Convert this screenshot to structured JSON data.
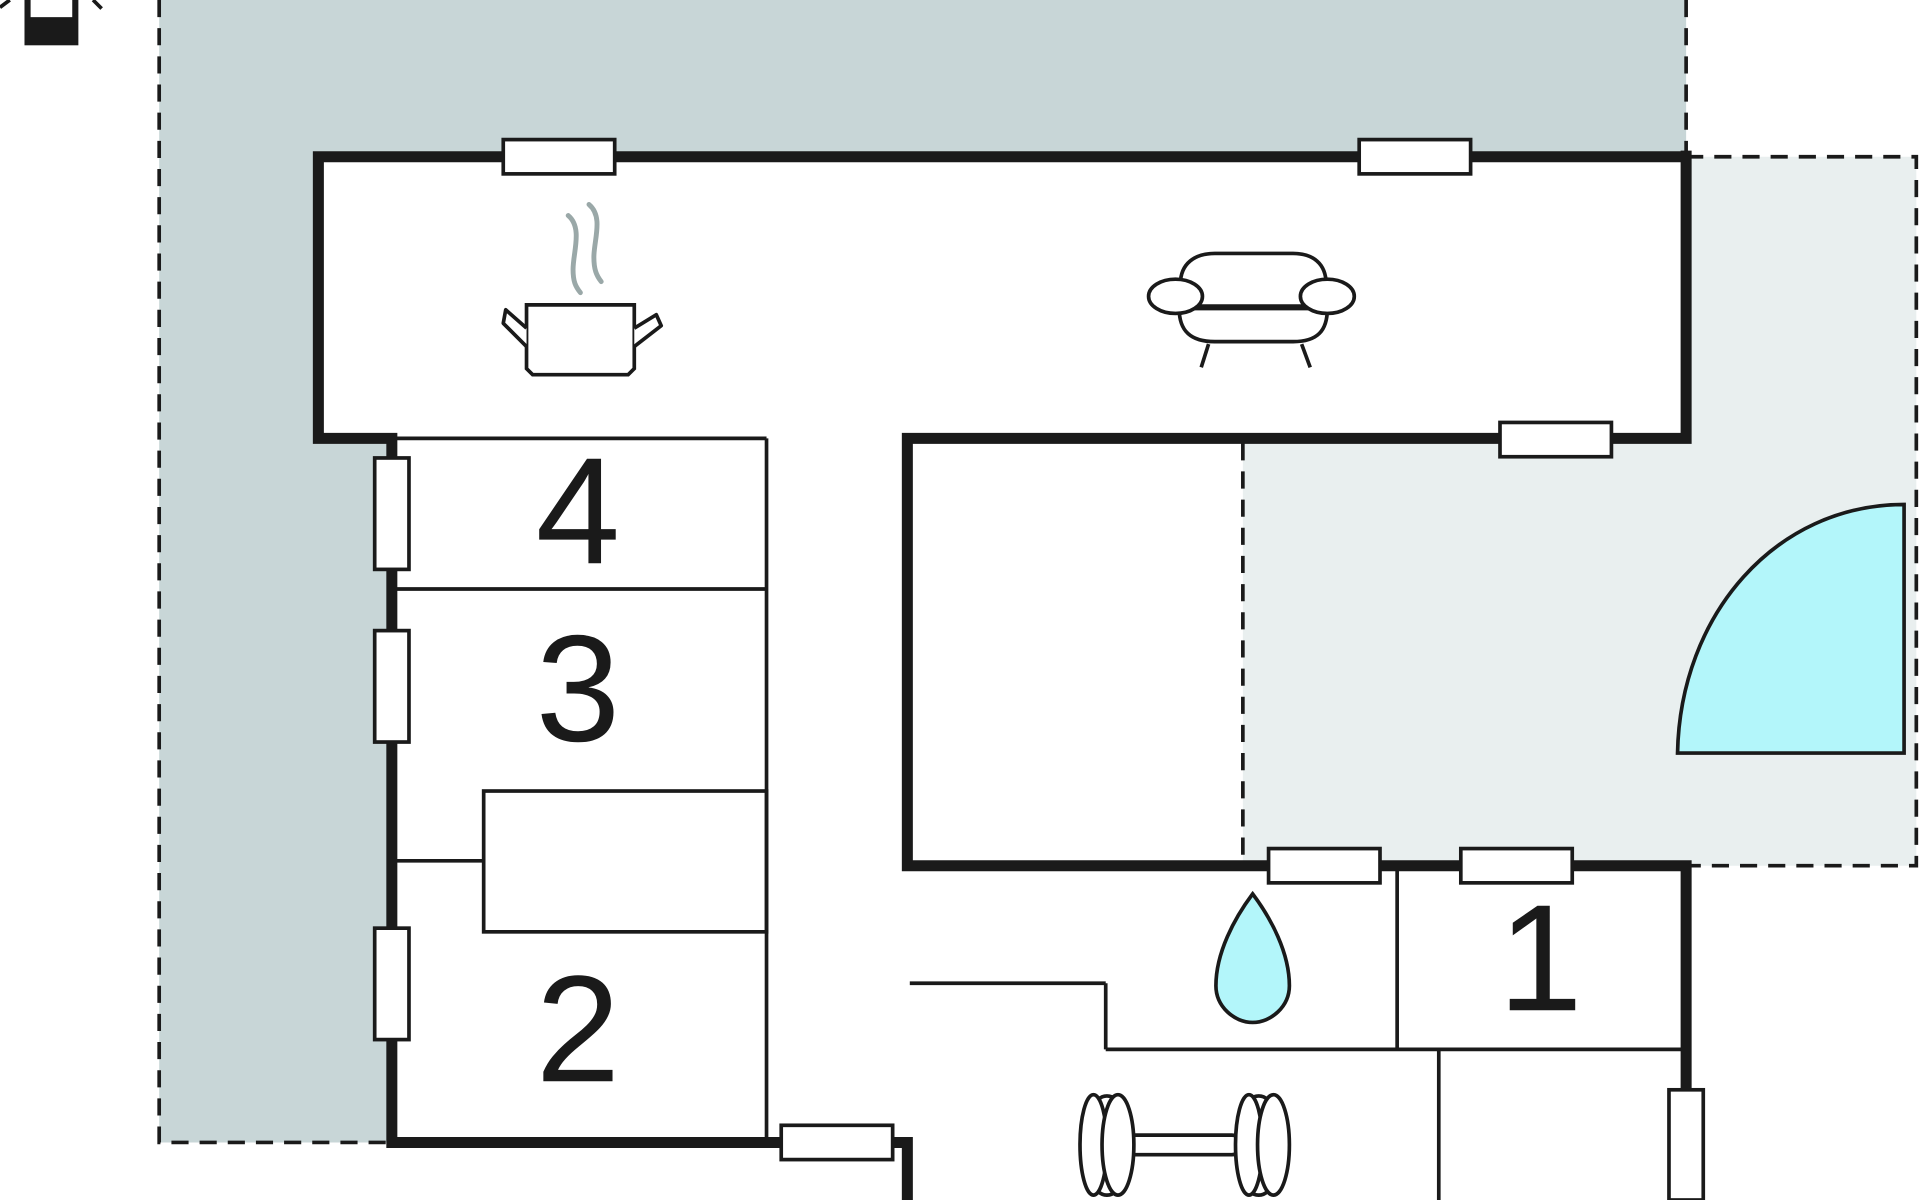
{
  "floor_plan": {
    "colors": {
      "outdoor_area": "#c8d6d7",
      "terrace_area": "#e9efef",
      "wall": "#1a1a1a",
      "water_and_door": "#b3f6fa",
      "steam": "#9aa8a8"
    },
    "rooms": [
      {
        "id": "room-4",
        "label": "4"
      },
      {
        "id": "room-3",
        "label": "3"
      },
      {
        "id": "room-2",
        "label": "2"
      },
      {
        "id": "room-1",
        "label": "1"
      }
    ],
    "icons": [
      {
        "name": "cooking-pot-icon",
        "meaning": "kitchen"
      },
      {
        "name": "sofa-icon",
        "meaning": "living room"
      },
      {
        "name": "water-drop-icon",
        "meaning": "bathroom"
      },
      {
        "name": "dumbbell-icon",
        "meaning": "fitness"
      },
      {
        "name": "north-arrow-icon",
        "meaning": "compass"
      }
    ]
  }
}
